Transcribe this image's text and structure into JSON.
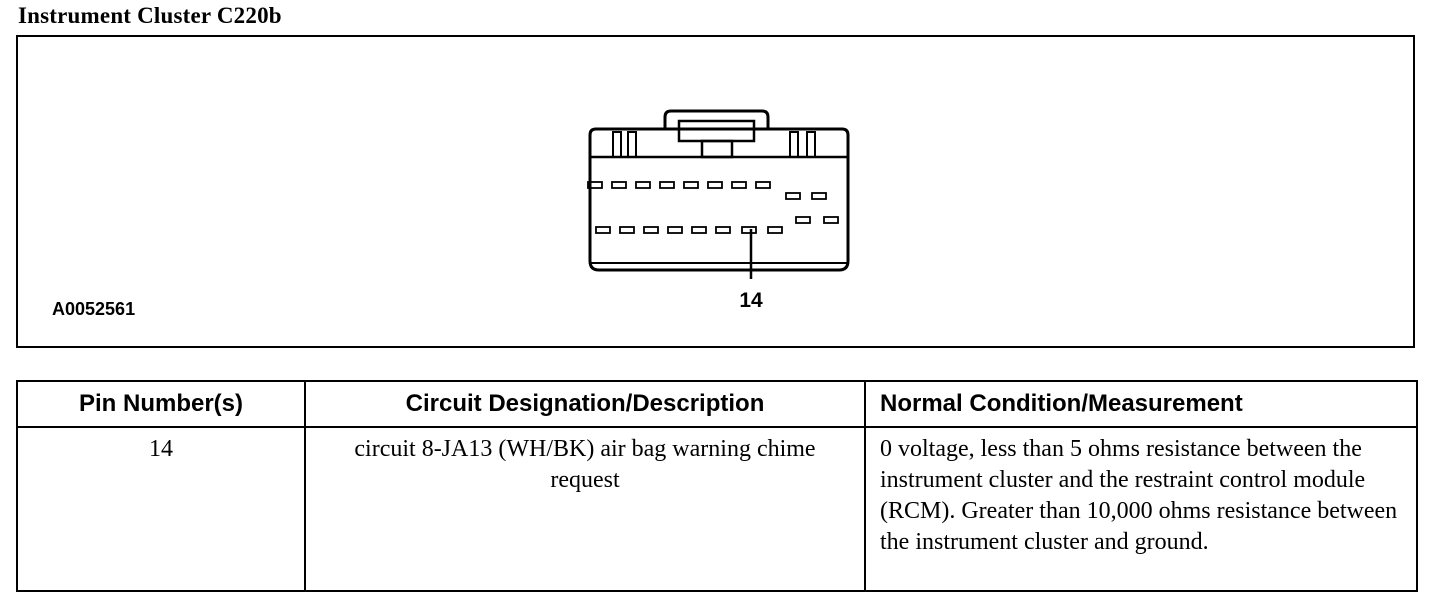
{
  "title": "Instrument Cluster C220b",
  "figure": {
    "id_label": "A0052561",
    "callout_pin": "14"
  },
  "table": {
    "headers": [
      "Pin Number(s)",
      "Circuit Designation/Description",
      "Normal Condition/Measurement"
    ],
    "rows": [
      {
        "pin": "14",
        "circuit": "circuit 8-JA13 (WH/BK) air bag warning chime request",
        "condition": "0 voltage, less than 5 ohms resistance between the instrument cluster and the restraint control module (RCM). Greater than 10,000 ohms resistance between the instrument cluster and ground."
      }
    ]
  }
}
